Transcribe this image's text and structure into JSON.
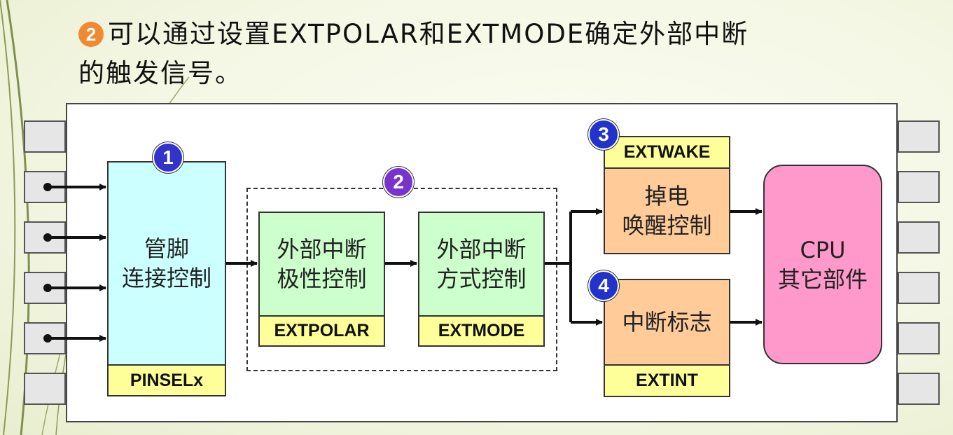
{
  "header": {
    "badge": "2",
    "line1": "可以通过设置EXTPOLAR和EXTMODE确定外部中断",
    "line2": "的触发信号。"
  },
  "blocks": {
    "pin_control": {
      "line1": "管脚",
      "line2": "连接控制",
      "register": "PINSELx",
      "marker": "1"
    },
    "polarity": {
      "line1": "外部中断",
      "line2": "极性控制",
      "register": "EXTPOLAR"
    },
    "mode": {
      "line1": "外部中断",
      "line2": "方式控制",
      "register": "EXTMODE"
    },
    "group_marker": "2",
    "wakeup": {
      "line1": "掉电",
      "line2": "唤醒控制",
      "register": "EXTWAKE",
      "marker": "3"
    },
    "flag": {
      "line1": "中断标志",
      "register": "EXTINT",
      "marker": "4"
    },
    "cpu": {
      "line1": "CPU",
      "line2": "其它部件"
    }
  },
  "colors": {
    "pin_block": "#ccffff",
    "green_block": "#ccffcc",
    "orange_block": "#ffcc99",
    "cpu_block": "#ff99cc",
    "register": "#ffff99",
    "marker": "#3333cc",
    "badge": "#f08a30"
  }
}
